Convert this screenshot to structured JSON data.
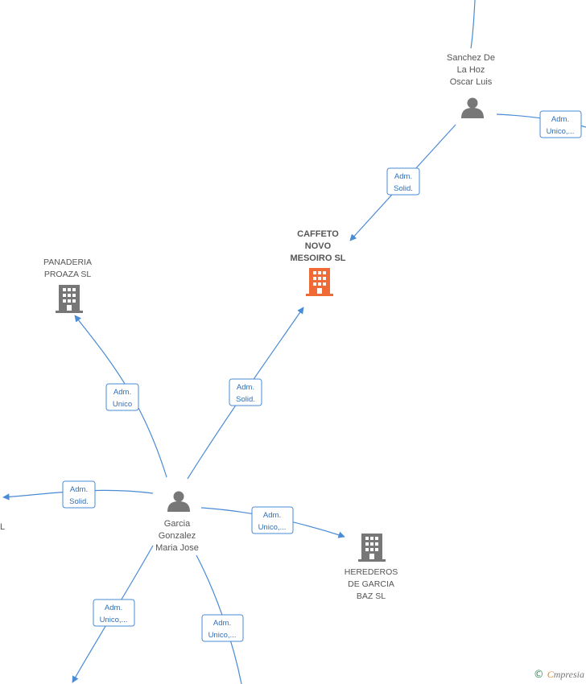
{
  "colors": {
    "edge": "#4a8bd6",
    "company": "#777777",
    "focus_company": "#f06a35",
    "person": "#777777"
  },
  "nodes": {
    "caffeto": {
      "type": "company",
      "icon": "building-icon",
      "highlight": true,
      "lines": [
        "CAFFETO",
        "NOVO",
        "MESOIRO  SL"
      ]
    },
    "panaderia": {
      "type": "company",
      "icon": "building-icon",
      "lines": [
        "PANADERIA",
        "PROAZA  SL"
      ]
    },
    "herederos": {
      "type": "company",
      "icon": "building-icon",
      "lines": [
        "HEREDEROS",
        "DE GARCIA",
        "BAZ SL"
      ]
    },
    "garcia": {
      "type": "person",
      "icon": "person-icon",
      "lines": [
        "Garcia",
        "Gonzalez",
        "Maria Jose"
      ]
    },
    "sanchez": {
      "type": "person",
      "icon": "person-icon",
      "lines": [
        "Sanchez De",
        "La Hoz",
        "Oscar Luis"
      ]
    },
    "left_edge_fragment": {
      "text": "L"
    }
  },
  "edges": {
    "sanchez_caffeto": [
      "Adm.",
      "Solid."
    ],
    "sanchez_right": [
      "Adm.",
      "Unico,..."
    ],
    "garcia_caffeto": [
      "Adm.",
      "Solid."
    ],
    "garcia_panaderia": [
      "Adm.",
      "Unico"
    ],
    "garcia_left": [
      "Adm.",
      "Solid."
    ],
    "garcia_herederos": [
      "Adm.",
      "Unico,..."
    ],
    "garcia_bottom_left": [
      "Adm.",
      "Unico,..."
    ],
    "garcia_bottom": [
      "Adm.",
      "Unico,..."
    ]
  },
  "watermark": {
    "symbol": "©",
    "brand_initial": "C",
    "brand_rest": "mpresia"
  }
}
